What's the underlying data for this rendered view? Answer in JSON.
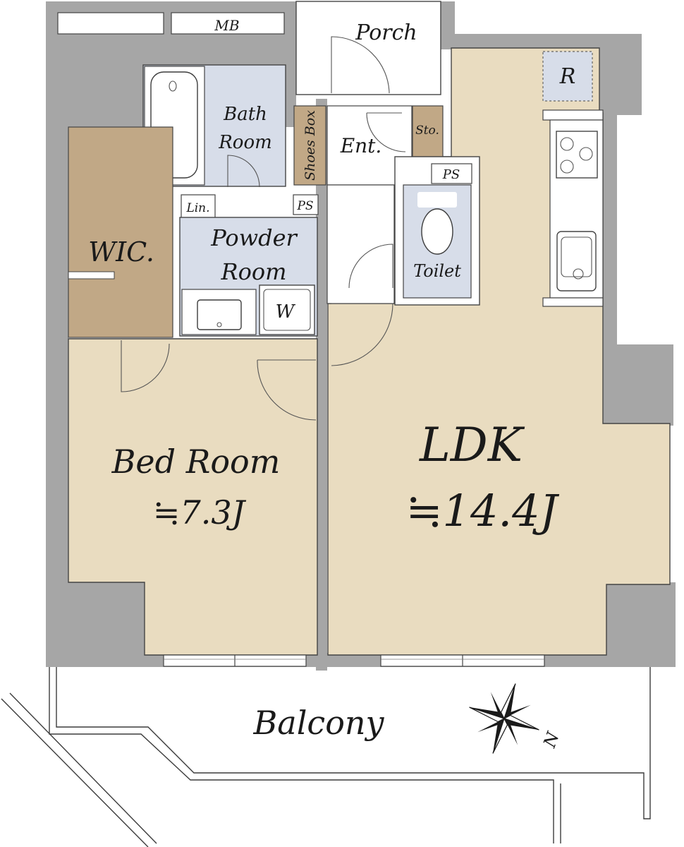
{
  "rooms": {
    "porch": "Porch",
    "mb": "MB",
    "refrigerator": "R",
    "bath_line1": "Bath",
    "bath_line2": "Room",
    "shoes_box": "Shoes Box",
    "entrance": "Ent.",
    "storage": "Sto.",
    "ps_toilet": "PS",
    "ps_powder": "PS",
    "linen": "Lin.",
    "wic": "WIC.",
    "powder_line1": "Powder",
    "powder_line2": "Room",
    "washer": "W",
    "toilet": "Toilet",
    "bed_room": "Bed Room",
    "bed_room_size": "≒7.3J",
    "ldk": "LDK",
    "ldk_size": "≒14.4J",
    "balcony": "Balcony",
    "north": "N"
  },
  "colors": {
    "wall": "#a6a6a6",
    "floor_living": "#e9dcc0",
    "floor_wet": "#d7dde9",
    "floor_storage": "#c1a886"
  }
}
